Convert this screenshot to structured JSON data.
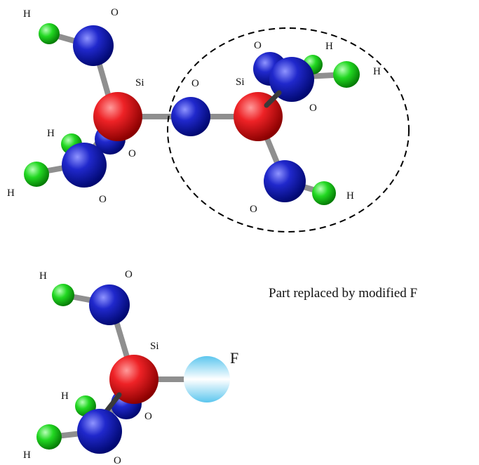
{
  "labels": {
    "hydrogen": "H",
    "oxygen": "O",
    "silicon": "Si",
    "fluorine": "F"
  },
  "caption": "Part replaced by modified F",
  "atom_colors": {
    "silicon": "#e0161c",
    "oxygen": "#1a1fc4",
    "hydrogen": "#1fd61f",
    "fluorine": "#59c8ee"
  }
}
